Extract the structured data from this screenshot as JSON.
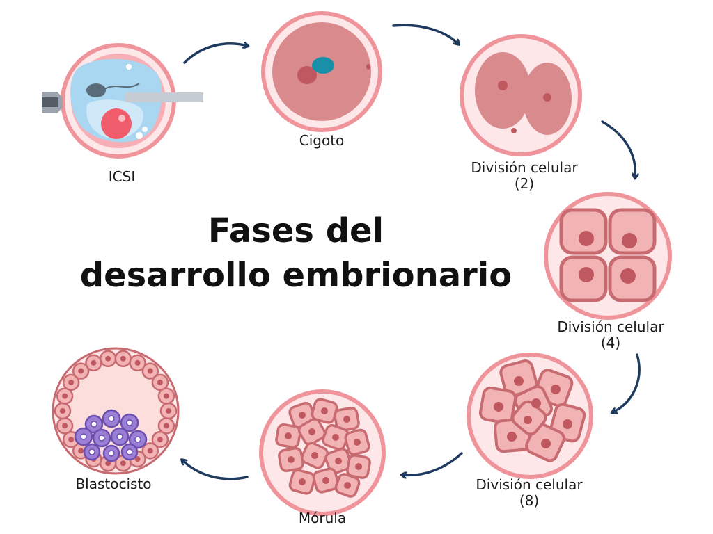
{
  "title": {
    "line1": "Fases del",
    "line2": "desarrollo embrionario"
  },
  "stages": [
    {
      "label": "ICSI"
    },
    {
      "label": "Cigoto"
    },
    {
      "label": "División celular",
      "sub": "(2)"
    },
    {
      "label": "División celular",
      "sub": "(4)"
    },
    {
      "label": "División celular",
      "sub": "(8)"
    },
    {
      "label": "Mórula"
    },
    {
      "label": "Blastocisto"
    }
  ],
  "colors": {
    "arrow": "#1f3a5f",
    "ring": "#f0949c",
    "cell_fill": "#f2b3b5",
    "cell_stroke": "#c86b70",
    "nucleus": "#c0585f",
    "inner_mass": "#9b7fd4",
    "zygote_pronucleus": "#1a8fa8",
    "icsi_fluid": "#a9d6f0"
  }
}
